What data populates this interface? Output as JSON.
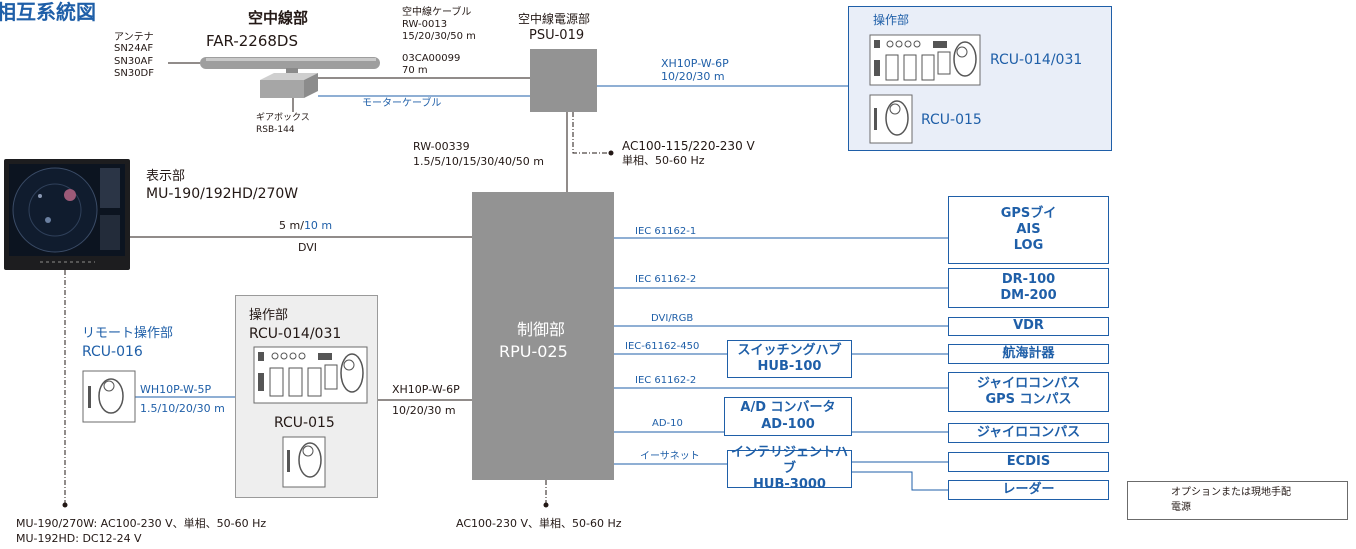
{
  "title": "相互系統図",
  "colors": {
    "blue": "#1f5fa8",
    "gray_unit": "#939393",
    "panel_blue_bg": "#e9eef8",
    "panel_gray_bg": "#eeeeee",
    "line": "#231815"
  },
  "antenna": {
    "label": "アンテナ",
    "models": [
      "SN24AF",
      "SN30AF",
      "SN30DF"
    ],
    "unit_title": "空中線部",
    "unit_model": "FAR-2268DS"
  },
  "gearbox": {
    "label": "ギアボックス",
    "model": "RSB-144"
  },
  "antenna_cable": {
    "label": "空中線ケーブル",
    "model": "RW-0013",
    "lengths": "15/20/30/50 m",
    "alt_model": "03CA00099",
    "alt_length": "70 m"
  },
  "motor_cable": {
    "label": "モーターケーブル"
  },
  "psu": {
    "title": "空中線電源部",
    "model": "PSU-019"
  },
  "psu_cable": {
    "model": "XH10P-W-6P",
    "lengths": "10/20/30 m"
  },
  "psu_power": {
    "line1": "AC100-115/220-230 V",
    "line2": "単相、50-60 Hz"
  },
  "rpu_cable": {
    "model": "RW-00339",
    "lengths": "1.5/5/10/15/30/40/50 m"
  },
  "top_panel": {
    "title": "操作部",
    "items": [
      {
        "model": "RCU-014/031"
      },
      {
        "model": "RCU-015"
      }
    ]
  },
  "display": {
    "title": "表示部",
    "model": "MU-190/192HD/270W"
  },
  "dvi_link": {
    "length_std": "5 m",
    "sep": "/",
    "length_opt": "10 m",
    "type": "DVI"
  },
  "rpu": {
    "title": "制御部",
    "model": "RPU-025"
  },
  "remote": {
    "title": "リモート操作部",
    "model": "RCU-016",
    "cable_model": "WH10P-W-5P",
    "cable_lengths": "1.5/10/20/30 m"
  },
  "gray_panel": {
    "title": "操作部",
    "model1": "RCU-014/031",
    "model2": "RCU-015"
  },
  "op_cable": {
    "model": "XH10P-W-6P",
    "lengths": "10/20/30 m"
  },
  "display_power": {
    "line1": "MU-190/270W: AC100-230 V、単相、50-60 Hz",
    "line2": "MU-192HD: DC12-24 V"
  },
  "rpu_power": "AC100-230 V、単相、50-60 Hz",
  "interfaces": [
    {
      "label": "IEC 61162-1",
      "devices": [
        "GPSブイ",
        "AIS",
        "LOG"
      ]
    },
    {
      "label": "IEC 61162-2",
      "devices": [
        "DR-100",
        "DM-200"
      ]
    },
    {
      "label": "DVI/RGB",
      "devices": [
        "VDR"
      ]
    },
    {
      "label": "IEC-61162-450",
      "hub": [
        "スイッチングハブ",
        "HUB-100"
      ],
      "devices": [
        "航海計器"
      ]
    },
    {
      "label": "IEC 61162-2",
      "devices": [
        "ジャイロコンパス",
        "GPS コンパス"
      ]
    },
    {
      "label": "AD-10",
      "hub": [
        "A/D コンバータ",
        "AD-100"
      ],
      "devices": [
        "ジャイロコンパス"
      ]
    },
    {
      "label": "イーサネット",
      "hub": [
        "インテリジェントハブ",
        "HUB-3000"
      ],
      "devices": [
        "ECDIS",
        "レーダー"
      ]
    }
  ],
  "legend": {
    "optional": "オプションまたは現地手配",
    "power": "電源"
  }
}
